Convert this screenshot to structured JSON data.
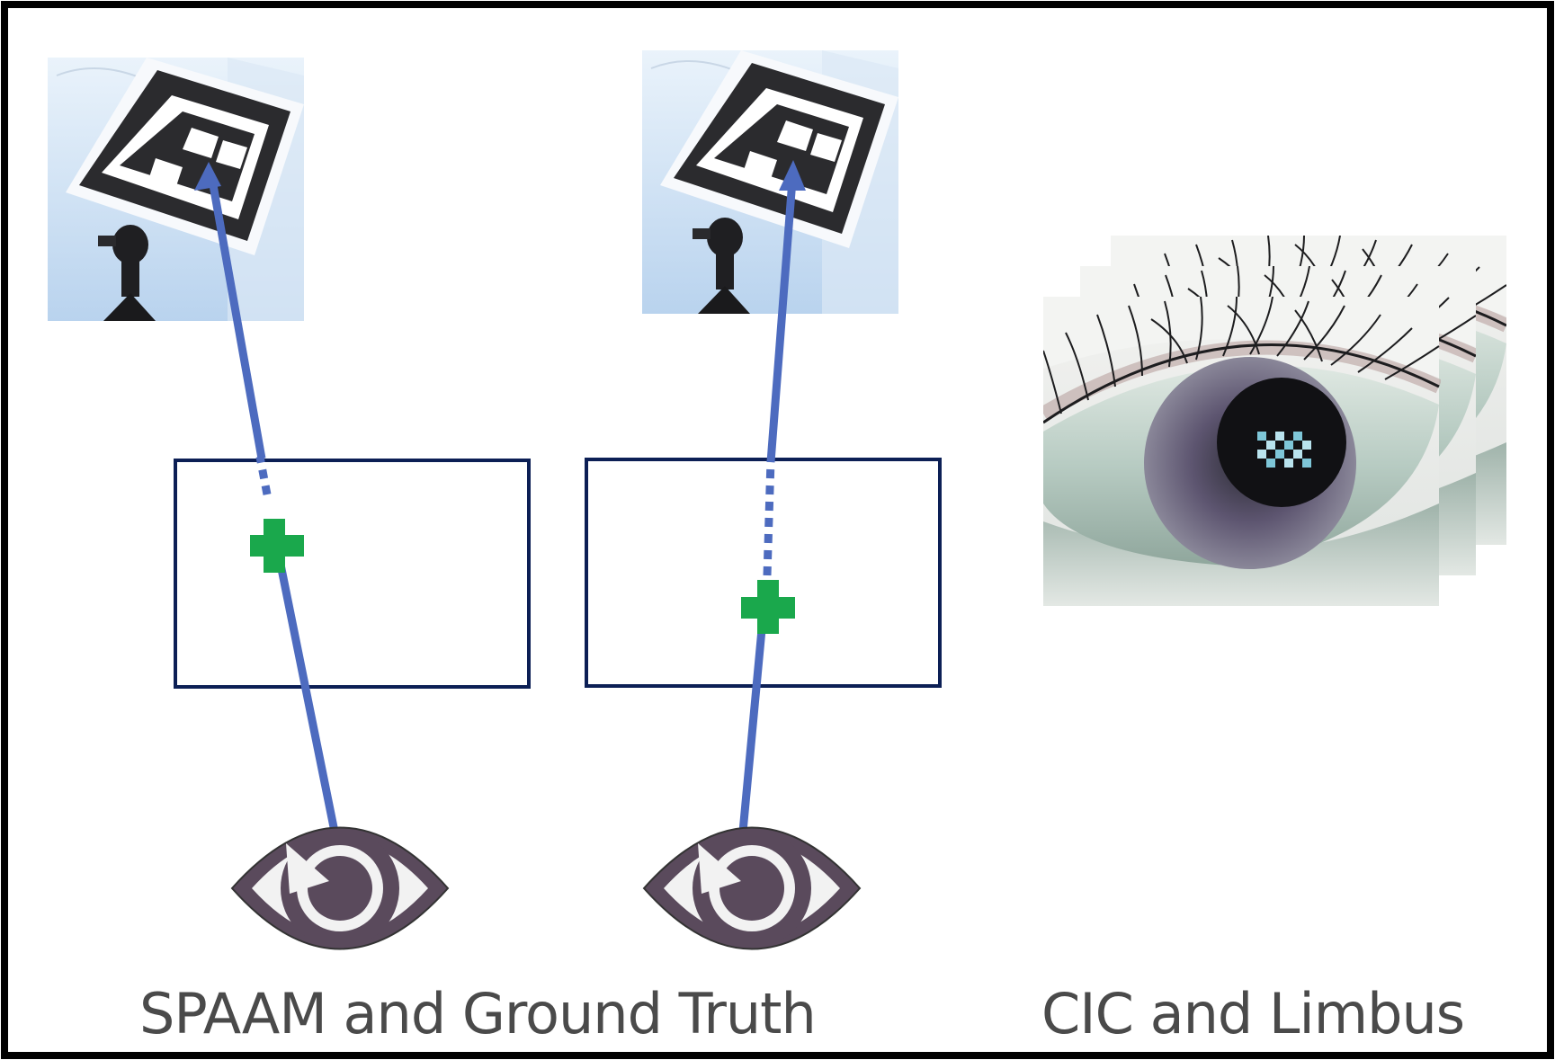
{
  "captions": {
    "left": "SPAAM and Ground Truth",
    "right": "CIC and Limbus"
  },
  "colors": {
    "frame_border": "#000000",
    "screen_border": "#0c1f55",
    "ray": "#4d6bbf",
    "cross": "#1aa84c",
    "eye_fill": "#5a4a5c",
    "eye_white": "#f2f2f2",
    "caption": "#4a4a4a"
  },
  "icons": {
    "marker_photo": "fiducial-marker-photo",
    "eye": "eye-icon",
    "cross": "green-cross-icon",
    "eye_photo_stack": "eye-closeup-photo-stack"
  }
}
